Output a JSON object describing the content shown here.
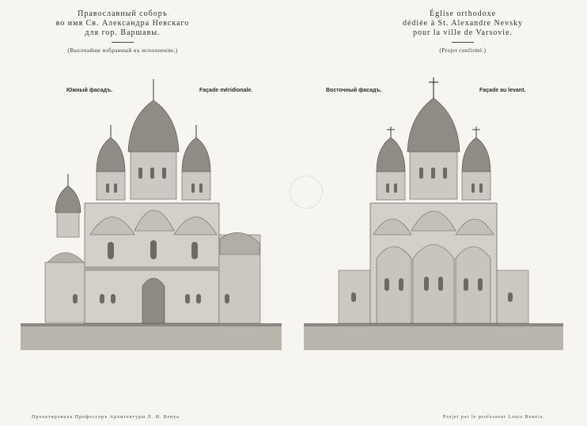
{
  "left": {
    "title_lines": [
      "Православный соборъ",
      "во имя Св. Александра Невскаго",
      "для гор. Варшавы."
    ],
    "note": "(Высочайше избранный къ исполненію.)",
    "label_left": "Южный фасадъ.",
    "label_right": "Façade méridionale."
  },
  "right": {
    "title_lines": [
      "Église orthodoxe",
      "dédiée à St. Alexandre Nevsky",
      "pour la ville de Varsovie."
    ],
    "note": "(Projet confirmé.)",
    "label_left": "Восточный фасадъ.",
    "label_right": "Façade au levant."
  },
  "footer": {
    "left": "Проектировалъ Профессоръ Архитектуры Л. Н. Бенуа",
    "right": "Projet par le professeur Louis Benois."
  },
  "colors": {
    "paper": "#f6f5f1",
    "ink": "#2b2b2b",
    "stone": "#c9c6bf",
    "shadow": "#9c9890",
    "dome": "#8f8b85"
  }
}
